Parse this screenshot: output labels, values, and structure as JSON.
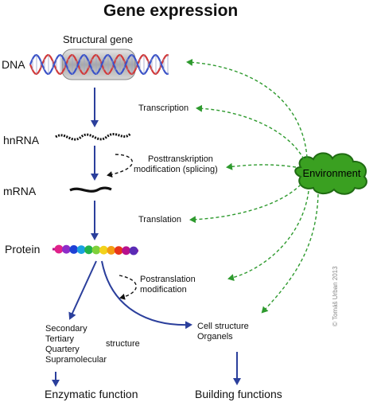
{
  "title": "Gene expression",
  "structural_gene": "Structural gene",
  "stages": {
    "dna": "DNA",
    "hnrna": "hnRNA",
    "mrna": "mRNA",
    "protein": "Protein"
  },
  "processes": {
    "transcription": "Transcription",
    "posttranscription_line1": "Posttranskription",
    "posttranscription_line2": "modification (splicing)",
    "translation": "Translation",
    "posttranslation_line1": "Postranslation",
    "posttranslation_line2": "modification"
  },
  "environment": "Environment",
  "structure_levels": [
    "Secondary",
    "Tertiary",
    "Quartery",
    "Supramolecular"
  ],
  "structure_word": "structure",
  "cell_structure": [
    "Cell structure",
    "Organels"
  ],
  "outcomes": {
    "enzymatic": "Enzymatic function",
    "building": "Building functions"
  },
  "copyright": "© Tomáš Urban 2013",
  "colors": {
    "main_arrow": "#2b3f9c",
    "env_arrow": "#2e9a2e",
    "environment_fill": "#3aa021",
    "environment_stroke": "#1f6b12",
    "gene_box": "#b9b9b9",
    "helix_red": "#d23a3a",
    "helix_blue": "#3a52c8"
  },
  "protein_bead_colors": [
    "#e0218a",
    "#8e2cc9",
    "#1e40d6",
    "#1aa0e0",
    "#22b34a",
    "#7fd13b",
    "#f2d21b",
    "#f39c12",
    "#e8361b",
    "#b8118d",
    "#5b2bb5"
  ]
}
